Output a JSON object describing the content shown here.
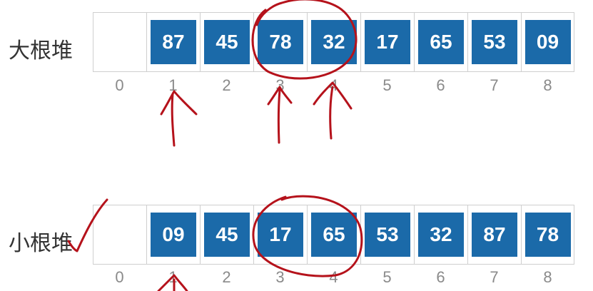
{
  "max_heap": {
    "label": "大根堆",
    "cells": [
      "",
      "87",
      "45",
      "78",
      "32",
      "17",
      "65",
      "53",
      "09"
    ],
    "indices": [
      "0",
      "1",
      "2",
      "3",
      "4",
      "5",
      "6",
      "7",
      "8"
    ]
  },
  "min_heap": {
    "label": "小根堆",
    "cells": [
      "",
      "09",
      "45",
      "17",
      "65",
      "53",
      "32",
      "87",
      "78"
    ],
    "indices": [
      "0",
      "1",
      "2",
      "3",
      "4",
      "5",
      "6",
      "7",
      "8"
    ]
  },
  "colors": {
    "box": "#1b6aa9",
    "ink": "#b5121b",
    "index_text": "#8a8a8a"
  }
}
